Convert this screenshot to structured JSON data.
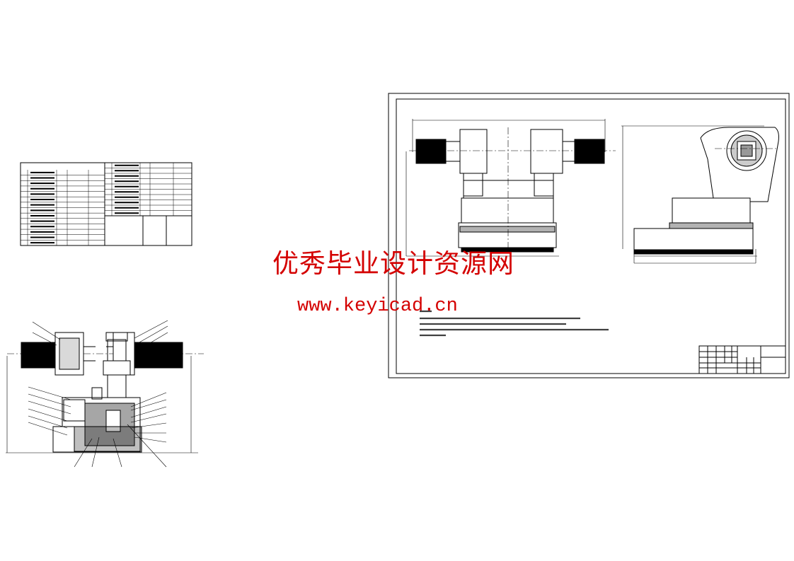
{
  "watermark": {
    "title": "优秀毕业设计资源网",
    "url": "www.keyicad.cn",
    "color": "#d40000"
  },
  "drawing": {
    "line_color": "#000000",
    "background": "#ffffff",
    "views": [
      "parts-list-table",
      "section-view",
      "front-view",
      "side-view"
    ]
  },
  "colors": {
    "ink": "#000000",
    "watermark": "#d40000"
  }
}
